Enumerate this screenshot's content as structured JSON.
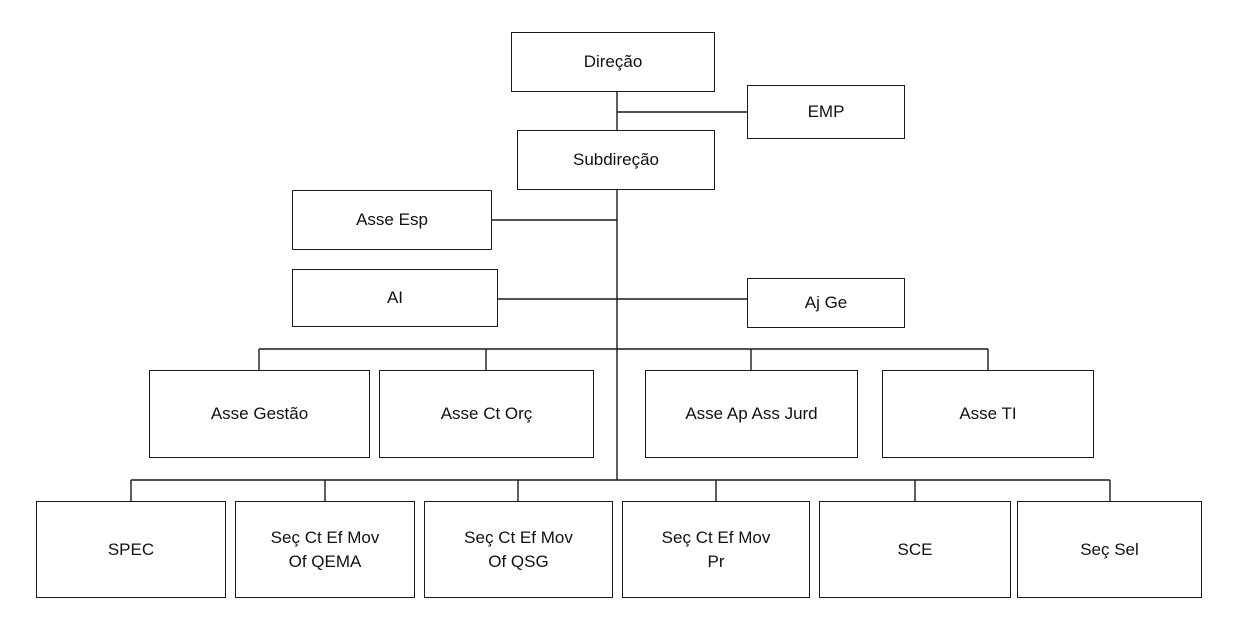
{
  "org_chart": {
    "direcao": "Direção",
    "emp": "EMP",
    "subdirecao": "Subdireção",
    "asse_esp": "Asse Esp",
    "ai": "AI",
    "aj_ge": "Aj Ge",
    "assessorias": [
      "Asse Gestão",
      "Asse Ct Orç",
      "Asse Ap Ass Jurd",
      "Asse TI"
    ],
    "secoes": [
      "SPEC",
      "Seç Ct Ef Mov\nOf QEMA",
      "Seç Ct Ef Mov\nOf QSG",
      "Seç Ct Ef Mov\nPr",
      "SCE",
      "Seç Sel"
    ]
  }
}
